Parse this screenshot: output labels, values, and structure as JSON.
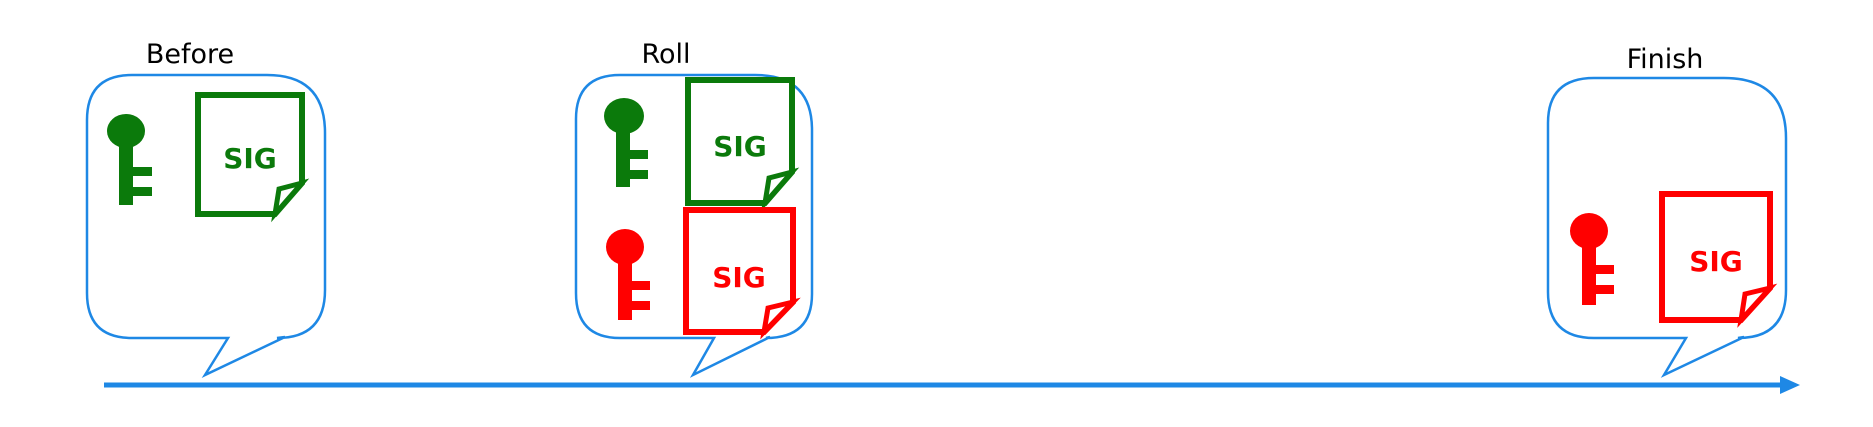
{
  "diagram": {
    "stages": [
      {
        "label": "Before",
        "items": [
          {
            "key_color": "#0b7a0b",
            "sig_label": "SIG",
            "sig_color": "#0b7a0b"
          }
        ]
      },
      {
        "label": "Roll",
        "items": [
          {
            "key_color": "#0b7a0b",
            "sig_label": "SIG",
            "sig_color": "#0b7a0b"
          },
          {
            "key_color": "#ff0000",
            "sig_label": "SIG",
            "sig_color": "#ff0000"
          }
        ]
      },
      {
        "label": "Finish",
        "items": [
          {
            "key_color": "#ff0000",
            "sig_label": "SIG",
            "sig_color": "#ff0000"
          }
        ]
      }
    ],
    "colors": {
      "bubble_outline": "#1e88e5",
      "timeline": "#1e88e5",
      "old_key": "#0b7a0b",
      "new_key": "#ff0000"
    },
    "icons": {
      "key": "key-icon",
      "signature": "signature-document-icon",
      "arrow": "arrow-right-icon"
    }
  }
}
